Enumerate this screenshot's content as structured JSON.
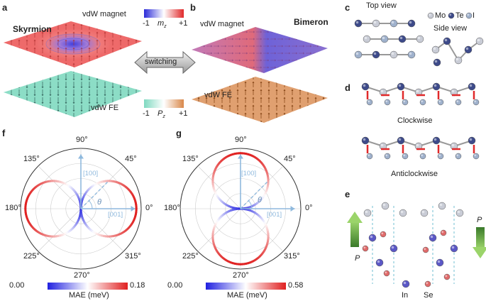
{
  "panels": {
    "a": "a",
    "b": "b",
    "c": "c",
    "d": "d",
    "e": "e",
    "f": "f",
    "g": "g"
  },
  "panel_a": {
    "skyrmion": "Skyrmion",
    "vdw_magnet": "vdW magnet",
    "vdw_fe": "vdW FE",
    "mz_min": "-1",
    "mz_max": "+1",
    "mz_label": "m",
    "mz_sub": "z",
    "pz_min": "-1",
    "pz_max": "+1",
    "pz_label": "P",
    "pz_sub": "z"
  },
  "switching": "switching",
  "panel_b": {
    "bimeron": "Bimeron",
    "vdw_magnet": "vdW magnet",
    "vdw_fe": "vdW FE"
  },
  "panel_c": {
    "top_view": "Top view",
    "side_view": "Side view",
    "legend": [
      "Mo",
      "Te",
      "I"
    ]
  },
  "panel_d": {
    "clockwise": "Clockwise",
    "anticlockwise": "Anticlockwise"
  },
  "panel_e": {
    "p_label": "P",
    "legend": [
      "In",
      "Se"
    ]
  },
  "polar_f": {
    "angles": [
      "90°",
      "45°",
      "0°",
      "315°",
      "270°",
      "225°",
      "180°",
      "135°"
    ],
    "axis_100": "[100]",
    "axis_001": "[001]",
    "theta": "θ",
    "cbar_min": "0.00",
    "cbar_max": "0.18",
    "cbar_label": "MAE (meV)"
  },
  "polar_g": {
    "angles": [
      "90°",
      "45°",
      "0°",
      "315°",
      "270°",
      "225°",
      "180°",
      "135°"
    ],
    "axis_100": "[100]",
    "axis_001": "[001]",
    "theta": "θ",
    "cbar_min": "0.00",
    "cbar_max": "0.58",
    "cbar_label": "MAE (meV)"
  },
  "colors": {
    "red": "#e0292a",
    "blue": "#2b2bd8",
    "teal": "#7fd9c0",
    "orange": "#d9884a",
    "atom_light": "#c9ccd6",
    "atom_dark": "#3d4a8a",
    "atom_steel": "#9fb1cc",
    "axis_blue": "#8fb9dd",
    "in_purple": "#5a57c6",
    "se_red": "#e06a6a"
  }
}
